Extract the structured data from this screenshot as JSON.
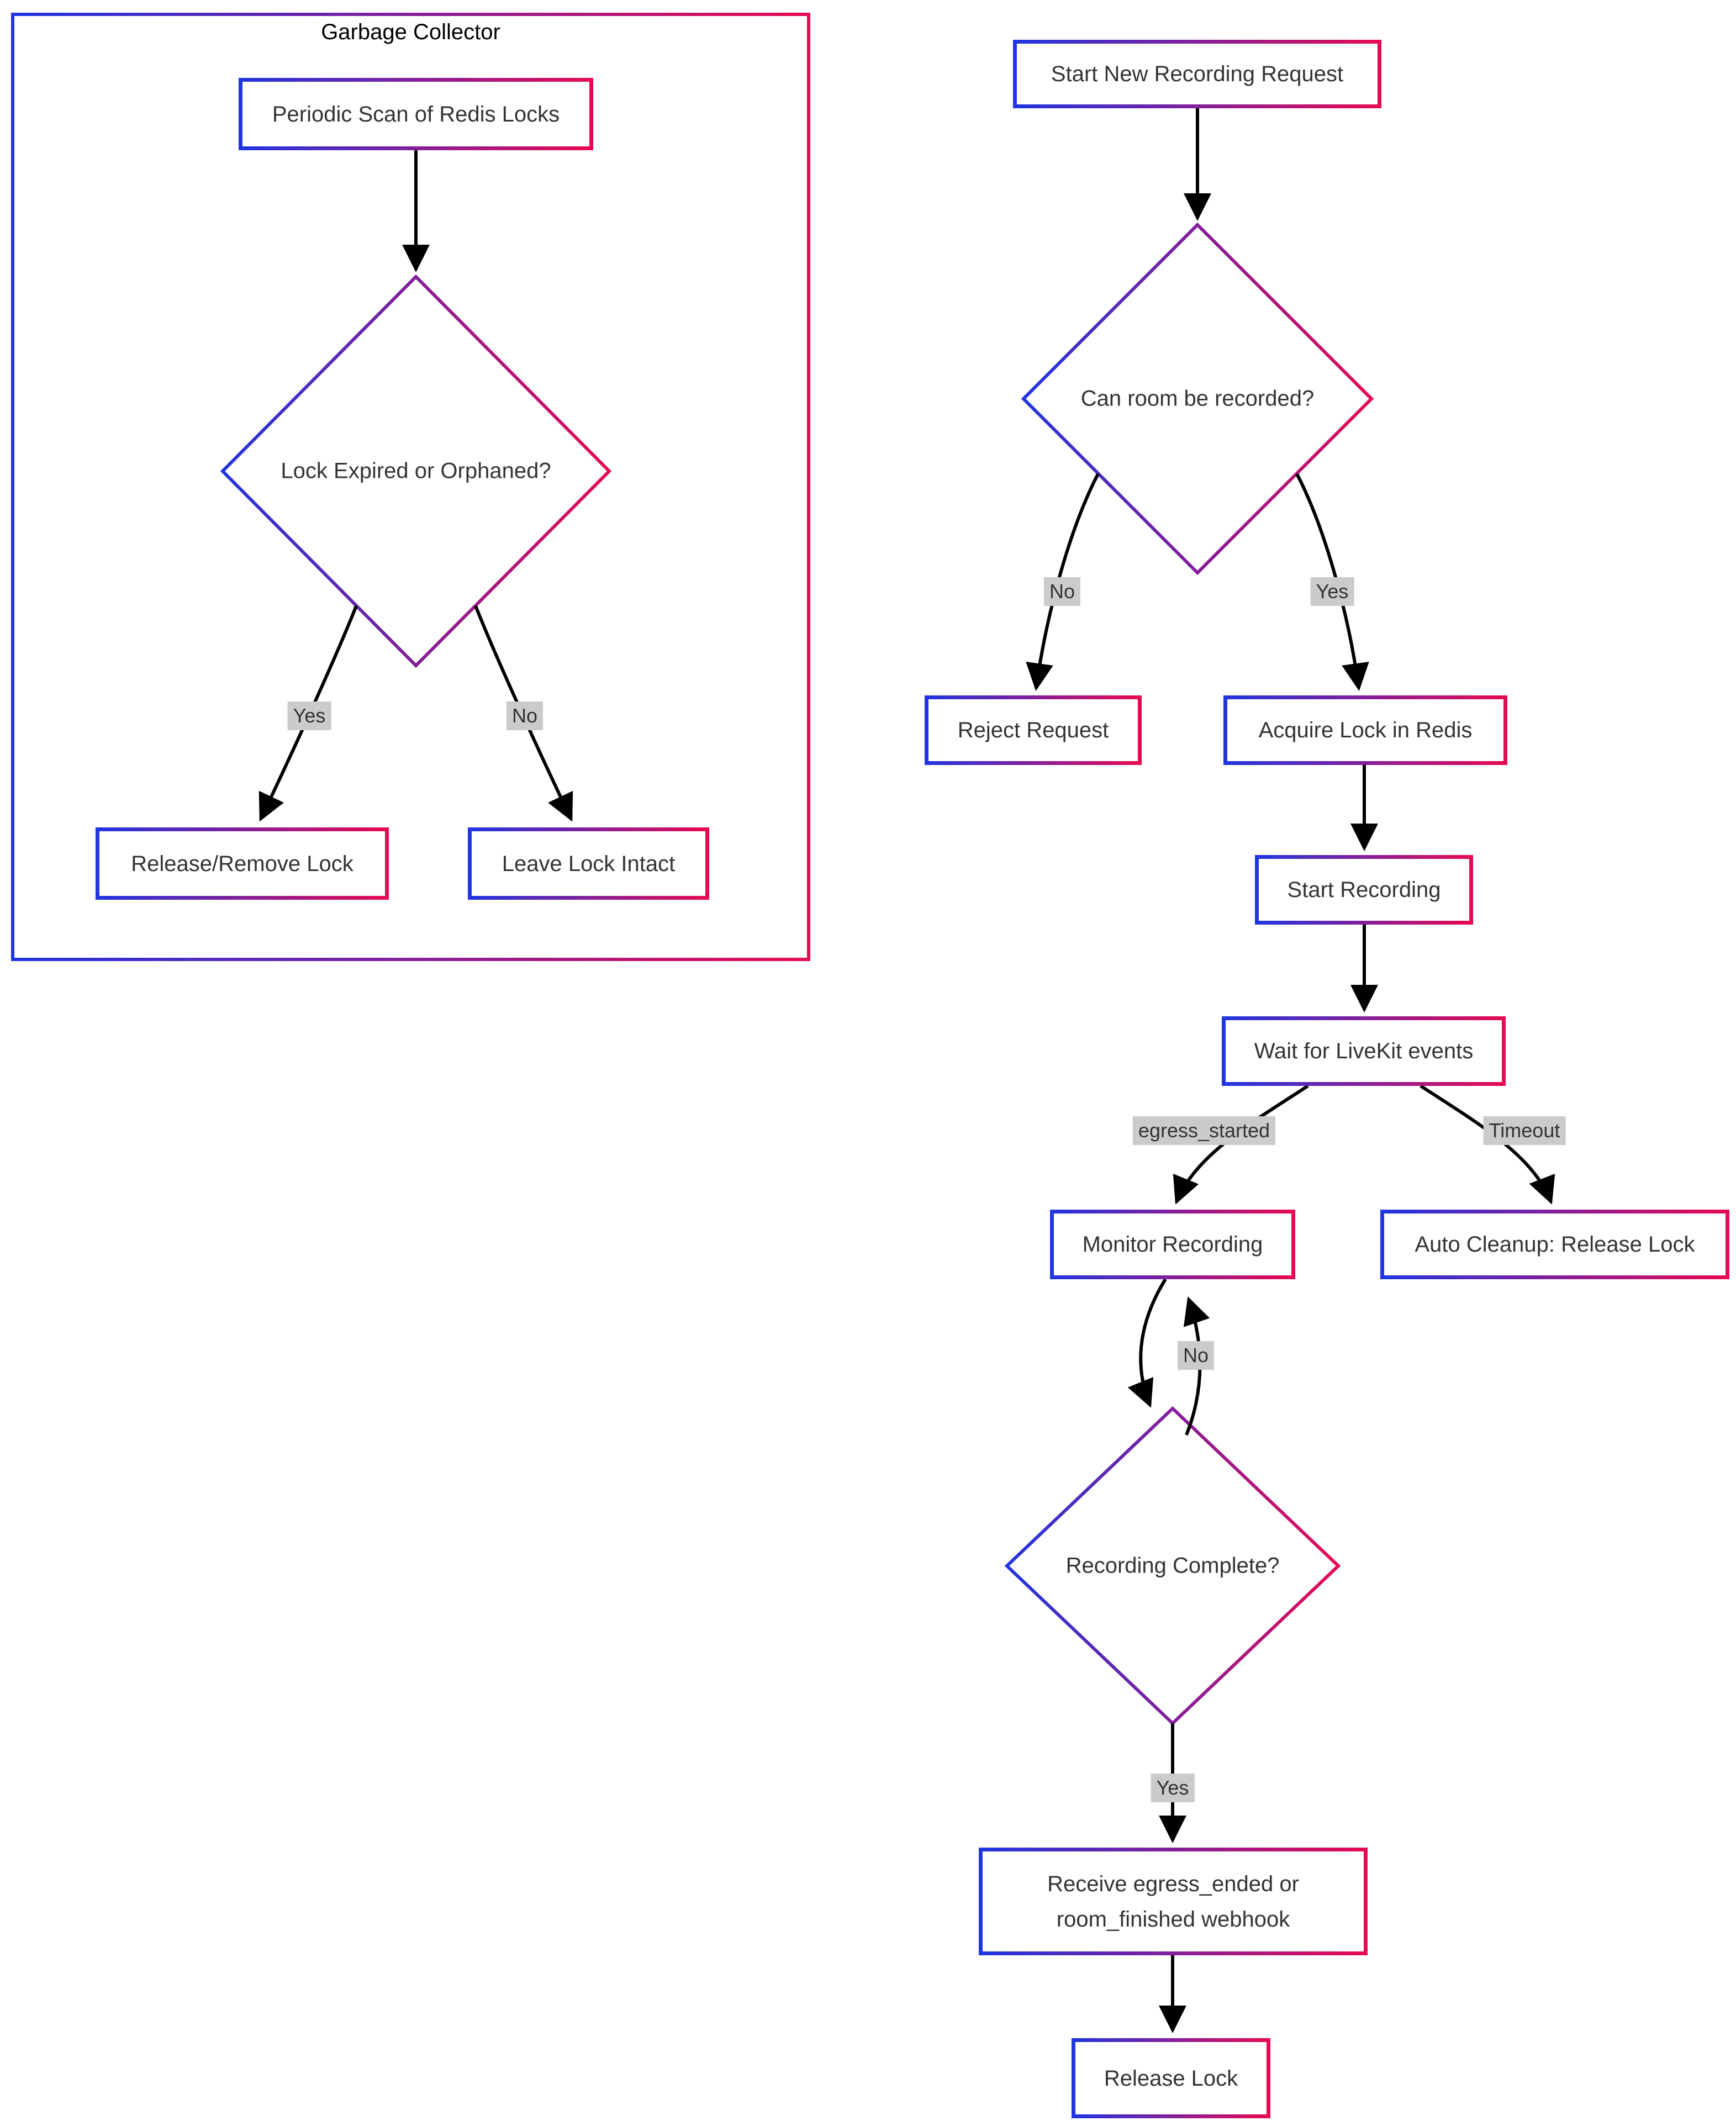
{
  "diagram": {
    "type": "flowchart",
    "subgraph": {
      "title": "Garbage Collector"
    },
    "nodes": {
      "periodic_scan": {
        "label": "Periodic Scan of Redis Locks",
        "shape": "rect"
      },
      "lock_expired": {
        "label": "Lock Expired or Orphaned?",
        "shape": "diamond"
      },
      "release_remove": {
        "label": "Release/Remove Lock",
        "shape": "rect"
      },
      "leave_intact": {
        "label": "Leave Lock Intact",
        "shape": "rect"
      },
      "start_request": {
        "label": "Start New Recording Request",
        "shape": "rect"
      },
      "can_record": {
        "label": "Can room be recorded?",
        "shape": "diamond"
      },
      "reject": {
        "label": "Reject Request",
        "shape": "rect"
      },
      "acquire_lock": {
        "label": "Acquire Lock in Redis",
        "shape": "rect"
      },
      "start_recording": {
        "label": "Start Recording",
        "shape": "rect"
      },
      "wait_events": {
        "label": "Wait for LiveKit events",
        "shape": "rect"
      },
      "monitor": {
        "label": "Monitor Recording",
        "shape": "rect"
      },
      "auto_cleanup": {
        "label": "Auto Cleanup: Release Lock",
        "shape": "rect"
      },
      "recording_complete": {
        "label": "Recording Complete?",
        "shape": "diamond"
      },
      "receive_webhook": {
        "label": "Receive egress_ended or room_finished webhook",
        "shape": "rect"
      },
      "release_lock": {
        "label": "Release Lock",
        "shape": "rect"
      }
    },
    "edge_labels": {
      "gc_yes": "Yes",
      "gc_no": "No",
      "main_no": "No",
      "main_yes": "Yes",
      "egress_started": "egress_started",
      "timeout": "Timeout",
      "loop_no": "No",
      "complete_yes": "Yes"
    },
    "connections": [
      {
        "from": "Periodic Scan of Redis Locks",
        "to": "Lock Expired or Orphaned?",
        "label": ""
      },
      {
        "from": "Lock Expired or Orphaned?",
        "to": "Release/Remove Lock",
        "label": "Yes"
      },
      {
        "from": "Lock Expired or Orphaned?",
        "to": "Leave Lock Intact",
        "label": "No"
      },
      {
        "from": "Start New Recording Request",
        "to": "Can room be recorded?",
        "label": ""
      },
      {
        "from": "Can room be recorded?",
        "to": "Reject Request",
        "label": "No"
      },
      {
        "from": "Can room be recorded?",
        "to": "Acquire Lock in Redis",
        "label": "Yes"
      },
      {
        "from": "Acquire Lock in Redis",
        "to": "Start Recording",
        "label": ""
      },
      {
        "from": "Start Recording",
        "to": "Wait for LiveKit events",
        "label": ""
      },
      {
        "from": "Wait for LiveKit events",
        "to": "Monitor Recording",
        "label": "egress_started"
      },
      {
        "from": "Wait for LiveKit events",
        "to": "Auto Cleanup: Release Lock",
        "label": "Timeout"
      },
      {
        "from": "Monitor Recording",
        "to": "Recording Complete?",
        "label": ""
      },
      {
        "from": "Recording Complete?",
        "to": "Monitor Recording",
        "label": "No"
      },
      {
        "from": "Recording Complete?",
        "to": "Receive egress_ended or room_finished webhook",
        "label": "Yes"
      },
      {
        "from": "Receive egress_ended or room_finished webhook",
        "to": "Release Lock",
        "label": ""
      }
    ],
    "colors": {
      "gradient_start": "#2135e0",
      "gradient_end": "#e60a53",
      "edge_label_bg": "#cbcbcb",
      "text": "#333333",
      "arrow": "#000000",
      "node_fill": "#ffffff",
      "canvas_bg": "#ffffff"
    }
  }
}
